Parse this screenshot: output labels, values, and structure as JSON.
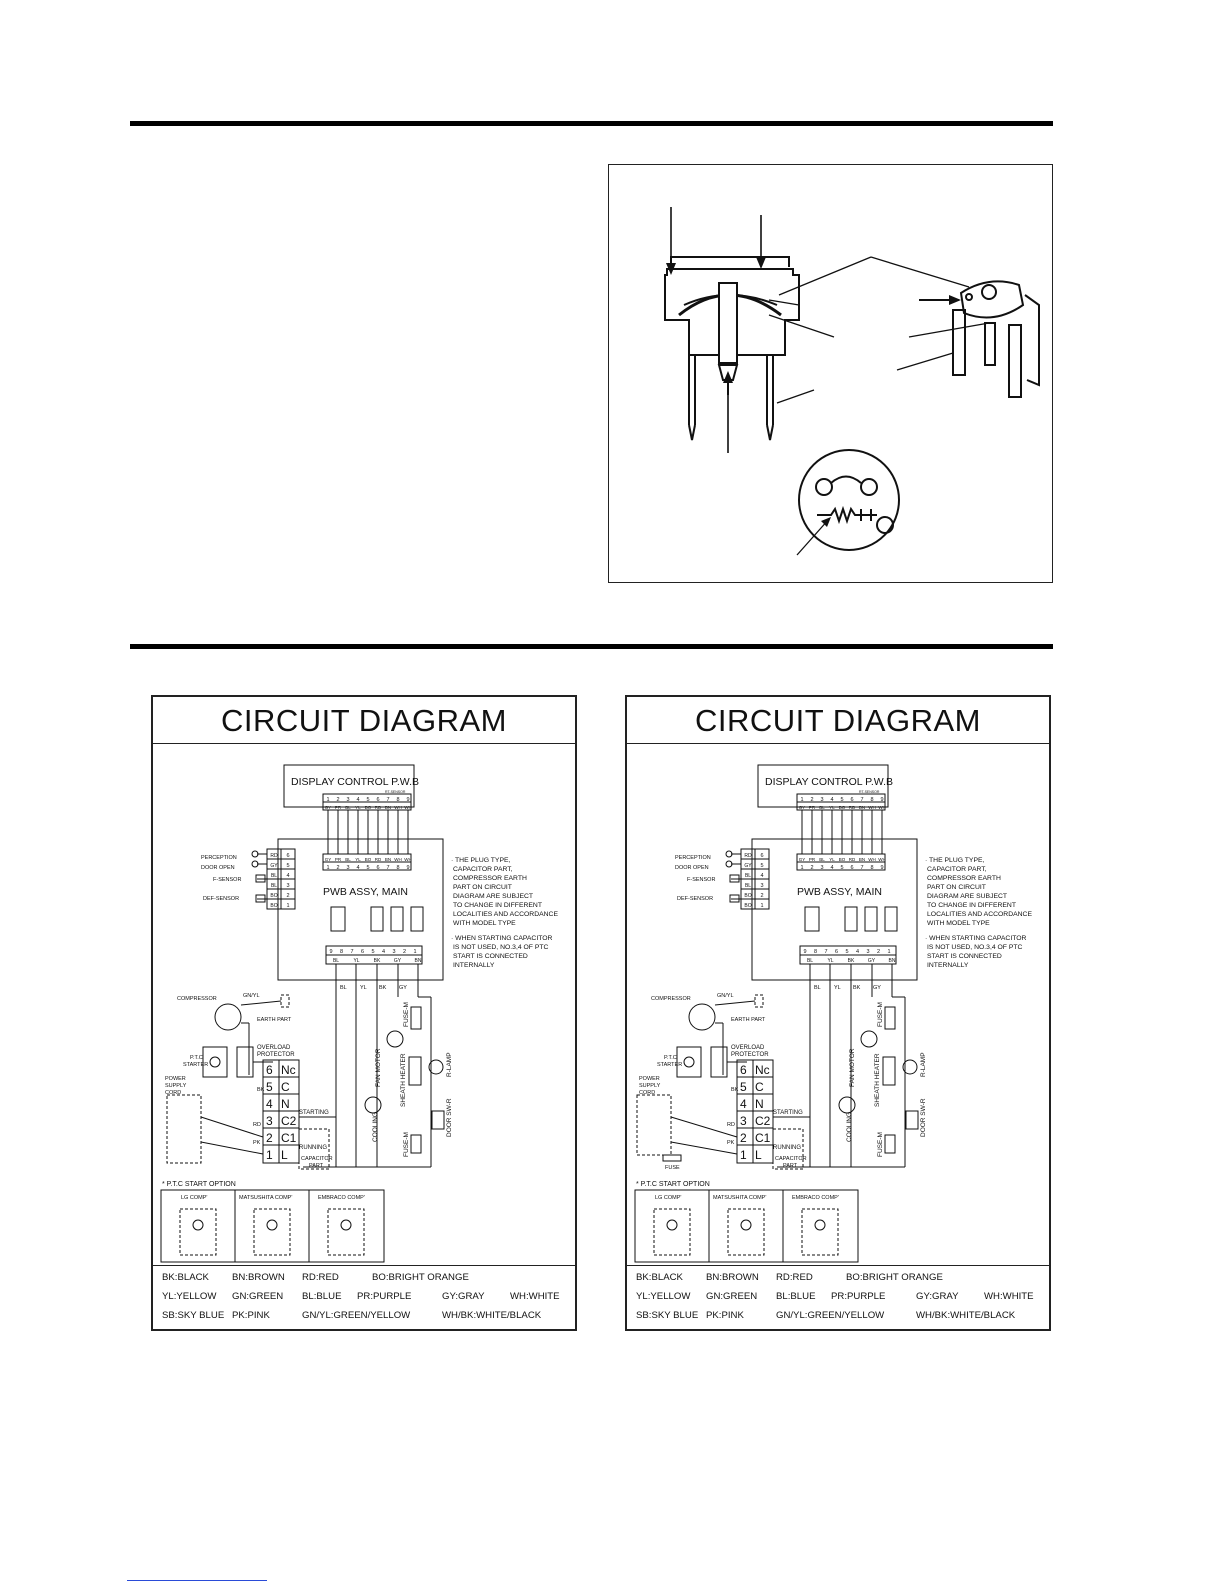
{
  "diagrams": [
    {
      "title": "CIRCUIT DIAGRAM",
      "display_board": "DISPLAY CONTROL P.W.B",
      "rt_sensor": "RT-SENSOR",
      "main_board": "PWB ASSY, MAIN",
      "top_pins": [
        "1",
        "2",
        "3",
        "4",
        "5",
        "6",
        "7",
        "8",
        "9"
      ],
      "top_colors": [
        "GY",
        "PR",
        "BL",
        "YL",
        "BO",
        "RD",
        "BN",
        "WH",
        "WH"
      ],
      "mid_colors": [
        "GY",
        "PR",
        "BL",
        "YL",
        "BO",
        "RD",
        "BN",
        "WH",
        "WH"
      ],
      "mid_pins": [
        "1",
        "2",
        "3",
        "4",
        "5",
        "6",
        "7",
        "8",
        "9"
      ],
      "left_inputs": [
        "PERCEPTION",
        "DOOR OPEN",
        "F-SENSOR",
        "DEF-SENSOR"
      ],
      "left_codes": [
        "RD",
        "GY",
        "BL",
        "BL",
        "BO",
        "BO"
      ],
      "left_nums": [
        "6",
        "5",
        "4",
        "3",
        "2",
        "1"
      ],
      "bottom_pins": [
        "9",
        "8",
        "7",
        "6",
        "5",
        "4",
        "3",
        "2",
        "1"
      ],
      "bottom_colors": [
        "BL",
        "YL",
        "BK",
        "GY",
        "BN"
      ],
      "note1": [
        "· THE PLUG TYPE,",
        "CAPACITOR PART,",
        "COMPRESSOR EARTH",
        "PART ON CIRCUIT",
        "DIAGRAM ARE SUBJECT",
        "TO CHANGE IN DIFFERENT",
        "LOCALITIES AND ACCORDANCE",
        "WITH MODEL TYPE"
      ],
      "note2": [
        "· WHEN STARTING CAPACITOR",
        "IS NOT USED, NO.3,4 OF PTC",
        "START IS CONNECTED",
        "INTERNALLY"
      ],
      "terminal_nums": [
        "6",
        "5",
        "4",
        "3",
        "2",
        "1"
      ],
      "terminal_labels": [
        "Nc",
        "C",
        "N",
        "C2",
        "C1",
        "L"
      ],
      "labels": {
        "compressor": "COMPRESSOR",
        "gnyl": "GN/YL",
        "earth": "EARTH PART",
        "ptc": "P.T.C",
        "starter": "STARTER",
        "overload": "OVERLOAD",
        "protector": "PROTECTOR",
        "power": "POWER",
        "supply": "SUPPLY",
        "cord": "CORD",
        "starting": "STARTING",
        "running": "RUNNING",
        "capacitor": "CAPACITOR",
        "part": "PART",
        "fan_motor": "FAN MOTOR",
        "sheath_heater": "SHEATH HEATER",
        "cooling": "COOLING",
        "fuse_m": "FUSE-M",
        "r_lamp": "R-LAMP",
        "door_sw": "DOOR SW-R",
        "fuse": "",
        "bk": "BK",
        "bl": "BL",
        "rd": "RD",
        "pk": "PK",
        "yl": "YL",
        "pr": "PR",
        "gy": "GY"
      },
      "ptc_option_title": "* P.T.C START OPTION",
      "ptc_options": [
        "LG COMP'",
        "MATSUSHITA COMP'",
        "EMBRACO COMP'"
      ],
      "legend_rows": [
        [
          "BK:BLACK",
          "BN:BROWN",
          "RD:RED",
          "BO:BRIGHT ORANGE",
          ""
        ],
        [
          "YL:YELLOW",
          "GN:GREEN",
          "BL:BLUE",
          "PR:PURPLE",
          "GY:GRAY",
          "WH:WHITE"
        ],
        [
          "SB:SKY BLUE",
          "PK:PINK",
          "GN/YL:GREEN/YELLOW",
          "",
          "WH/BK:WHITE/BLACK"
        ]
      ]
    },
    {
      "title": "CIRCUIT DIAGRAM",
      "display_board": "DISPLAY CONTROL P.W.B",
      "rt_sensor": "RT-SENSOR",
      "main_board": "PWB ASSY, MAIN",
      "top_pins": [
        "1",
        "2",
        "3",
        "4",
        "5",
        "6",
        "7",
        "8",
        "9"
      ],
      "top_colors": [
        "GY",
        "PR",
        "BL",
        "YL",
        "BO",
        "RD",
        "BN",
        "WH",
        "WH"
      ],
      "mid_colors": [
        "GY",
        "PR",
        "BL",
        "YL",
        "BO",
        "RD",
        "BN",
        "WH",
        "WH"
      ],
      "mid_pins": [
        "1",
        "2",
        "3",
        "4",
        "5",
        "6",
        "7",
        "8",
        "9"
      ],
      "left_inputs": [
        "PERCEPTION",
        "DOOR OPEN",
        "F-SENSOR",
        "DEF-SENSOR"
      ],
      "left_codes": [
        "RD",
        "GY",
        "BL",
        "BL",
        "BO",
        "BO"
      ],
      "left_nums": [
        "6",
        "5",
        "4",
        "3",
        "2",
        "1"
      ],
      "bottom_pins": [
        "9",
        "8",
        "7",
        "6",
        "5",
        "4",
        "3",
        "2",
        "1"
      ],
      "bottom_colors": [
        "BL",
        "YL",
        "BK",
        "GY",
        "BN"
      ],
      "note1": [
        "· THE PLUG TYPE,",
        "CAPACITOR PART,",
        "COMPRESSOR EARTH",
        "PART ON CIRCUIT",
        "DIAGRAM ARE SUBJECT",
        "TO CHANGE IN DIFFERENT",
        "LOCALITIES AND ACCORDANCE",
        "WITH MODEL TYPE"
      ],
      "note2": [
        "· WHEN STARTING CAPACITOR",
        "IS NOT USED, NO.3,4 OF PTC",
        "START IS CONNECTED",
        "INTERNALLY"
      ],
      "terminal_nums": [
        "6",
        "5",
        "4",
        "3",
        "2",
        "1"
      ],
      "terminal_labels": [
        "Nc",
        "C",
        "N",
        "C2",
        "C1",
        "L"
      ],
      "labels": {
        "compressor": "COMPRESSOR",
        "gnyl": "GN/YL",
        "earth": "EARTH PART",
        "ptc": "P.T.C",
        "starter": "STARTER",
        "overload": "OVERLOAD",
        "protector": "PROTECTOR",
        "power": "POWER",
        "supply": "SUPPLY",
        "cord": "CORD",
        "starting": "STARTING",
        "running": "RUNNING",
        "capacitor": "CAPACITOR",
        "part": "PART",
        "fan_motor": "FAN MOTOR",
        "sheath_heater": "SHEATH HEATER",
        "cooling": "COOLING",
        "fuse_m": "FUSE-M",
        "r_lamp": "R-LAMP",
        "door_sw": "DOOR SW-R",
        "fuse": "FUSE",
        "bk": "BK",
        "bl": "BL",
        "rd": "RD",
        "pk": "PK",
        "yl": "YL",
        "pr": "PR",
        "gy": "GY"
      },
      "ptc_option_title": "* P.T.C START OPTION",
      "ptc_options": [
        "LG COMP'",
        "MATSUSHITA COMP'",
        "EMBRACO COMP'"
      ],
      "legend_rows": [
        [
          "BK:BLACK",
          "BN:BROWN",
          "RD:RED",
          "BO:BRIGHT ORANGE",
          ""
        ],
        [
          "YL:YELLOW",
          "GN:GREEN",
          "BL:BLUE",
          "PR:PURPLE",
          "GY:GRAY",
          "WH:WHITE"
        ],
        [
          "SB:SKY BLUE",
          "PK:PINK",
          "GN/YL:GREEN/YELLOW",
          "",
          "WH/BK:WHITE/BLACK"
        ]
      ]
    }
  ]
}
